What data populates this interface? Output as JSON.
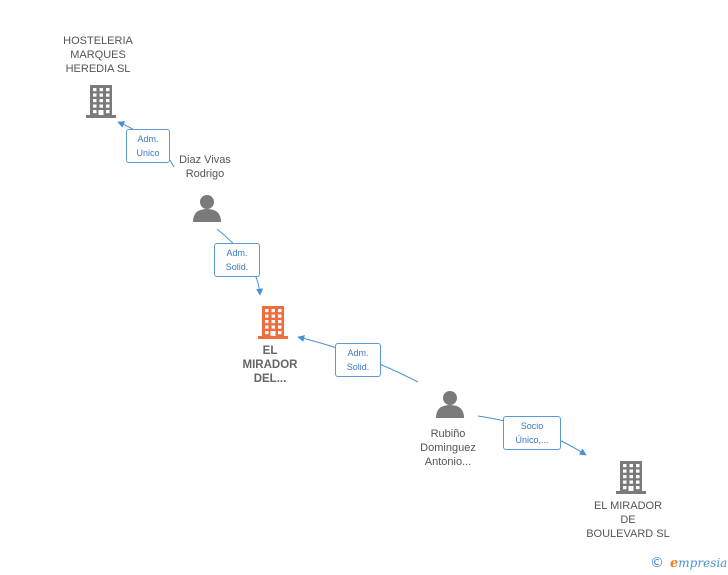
{
  "nodes": [
    {
      "id": "hosteleria",
      "type": "company",
      "lines": [
        "HOSTELERIA",
        "MARQUES",
        "HEREDIA  SL"
      ],
      "focus": false
    },
    {
      "id": "diaz",
      "type": "person",
      "lines": [
        "Diaz Vivas",
        "Rodrigo"
      ],
      "focus": false
    },
    {
      "id": "mirador",
      "type": "company",
      "lines": [
        "EL",
        "MIRADOR",
        "DEL..."
      ],
      "focus": true
    },
    {
      "id": "rubino",
      "type": "person",
      "lines": [
        "Rubiño",
        "Dominguez",
        "Antonio..."
      ],
      "focus": false
    },
    {
      "id": "boulevard",
      "type": "company",
      "lines": [
        "EL MIRADOR",
        "DE",
        "BOULEVARD SL"
      ],
      "focus": false
    }
  ],
  "edges": [
    {
      "id": "e1",
      "from": "diaz",
      "to": "hosteleria",
      "lines": [
        "Adm.",
        "Unico"
      ]
    },
    {
      "id": "e2",
      "from": "diaz",
      "to": "mirador",
      "lines": [
        "Adm.",
        "Solid."
      ]
    },
    {
      "id": "e3",
      "from": "rubino",
      "to": "mirador",
      "lines": [
        "Adm.",
        "Solid."
      ]
    },
    {
      "id": "e4",
      "from": "rubino",
      "to": "boulevard",
      "lines": [
        "Socio",
        "Único,..."
      ]
    }
  ],
  "colors": {
    "edge": "#4a8fd6",
    "company_icon": "#7a7a7a",
    "focus_icon": "#f26b3a",
    "person_icon": "#7a7a7a"
  },
  "footer": {
    "copyright_symbol": "©",
    "brand_initial": "e",
    "brand_rest": "mpresia"
  }
}
